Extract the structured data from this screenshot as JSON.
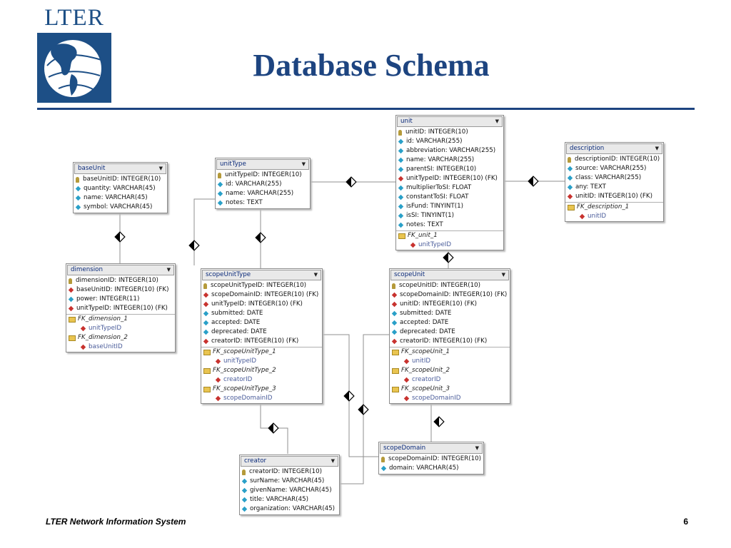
{
  "slide": {
    "logo_text": "LTER",
    "title": "Database Schema",
    "footer_left": "LTER Network Information System",
    "page_number": "6"
  },
  "colors": {
    "title_blue": "#1d4480",
    "logo_blue": "#1d4f86",
    "table_header_text": "#0a2a7a",
    "pk_icon": "#b59a3a",
    "column_icon": "#2aa0c8",
    "fk_column_icon": "#c8332f",
    "fk_folder_icon": "#e9c450"
  },
  "icons": {
    "pk": "key-icon",
    "column": "cyan-diamond-icon",
    "fk_column": "red-diamond-icon",
    "fk": "folder-icon",
    "relationship": "diamond-icon",
    "dropdown": "chevron-down-icon"
  },
  "tables": [
    {
      "name": "unit",
      "columns": [
        {
          "text": "unitID: INTEGER(10)",
          "kind": "pk"
        },
        {
          "text": "id: VARCHAR(255)",
          "kind": "col"
        },
        {
          "text": "abbreviation: VARCHAR(255)",
          "kind": "col"
        },
        {
          "text": "name: VARCHAR(255)",
          "kind": "col"
        },
        {
          "text": "parentSI: INTEGER(10)",
          "kind": "col"
        },
        {
          "text": "unitTypeID: INTEGER(10) (FK)",
          "kind": "fk"
        },
        {
          "text": "multiplierToSI: FLOAT",
          "kind": "col"
        },
        {
          "text": "constantToSI: FLOAT",
          "kind": "col"
        },
        {
          "text": "isFund: TINYINT(1)",
          "kind": "col"
        },
        {
          "text": "isSI: TINYINT(1)",
          "kind": "col"
        },
        {
          "text": "notes: TEXT",
          "kind": "col"
        }
      ],
      "keys": [
        {
          "name": "FK_unit_1",
          "cols": [
            "unitTypeID"
          ]
        }
      ]
    },
    {
      "name": "description",
      "columns": [
        {
          "text": "descriptionID: INTEGER(10)",
          "kind": "pk"
        },
        {
          "text": "source: VARCHAR(255)",
          "kind": "col"
        },
        {
          "text": "class: VARCHAR(255)",
          "kind": "col"
        },
        {
          "text": "any: TEXT",
          "kind": "col"
        },
        {
          "text": "unitID: INTEGER(10) (FK)",
          "kind": "fk"
        }
      ],
      "keys": [
        {
          "name": "FK_description_1",
          "cols": [
            "unitID"
          ]
        }
      ]
    },
    {
      "name": "baseUnit",
      "columns": [
        {
          "text": "baseUnitID: INTEGER(10)",
          "kind": "pk"
        },
        {
          "text": "quantity: VARCHAR(45)",
          "kind": "col"
        },
        {
          "text": "name: VARCHAR(45)",
          "kind": "col"
        },
        {
          "text": "symbol: VARCHAR(45)",
          "kind": "col"
        }
      ],
      "keys": []
    },
    {
      "name": "unitType",
      "columns": [
        {
          "text": "unitTypeID: INTEGER(10)",
          "kind": "pk"
        },
        {
          "text": "id: VARCHAR(255)",
          "kind": "col"
        },
        {
          "text": "name: VARCHAR(255)",
          "kind": "col"
        },
        {
          "text": "notes: TEXT",
          "kind": "col"
        }
      ],
      "keys": []
    },
    {
      "name": "dimension",
      "columns": [
        {
          "text": "dimensionID: INTEGER(10)",
          "kind": "pk"
        },
        {
          "text": "baseUnitID: INTEGER(10) (FK)",
          "kind": "fk"
        },
        {
          "text": "power: INTEGER(11)",
          "kind": "col"
        },
        {
          "text": "unitTypeID: INTEGER(10) (FK)",
          "kind": "fk"
        }
      ],
      "keys": [
        {
          "name": "FK_dimension_1",
          "cols": [
            "unitTypeID"
          ]
        },
        {
          "name": "FK_dimension_2",
          "cols": [
            "baseUnitID"
          ]
        }
      ]
    },
    {
      "name": "scopeUnitType",
      "columns": [
        {
          "text": "scopeUnitTypeID: INTEGER(10)",
          "kind": "pk"
        },
        {
          "text": "scopeDomainID: INTEGER(10) (FK)",
          "kind": "fk"
        },
        {
          "text": "unitTypeID: INTEGER(10) (FK)",
          "kind": "fk"
        },
        {
          "text": "submitted: DATE",
          "kind": "col"
        },
        {
          "text": "accepted: DATE",
          "kind": "col"
        },
        {
          "text": "deprecated: DATE",
          "kind": "col"
        },
        {
          "text": "creatorID: INTEGER(10) (FK)",
          "kind": "fk"
        }
      ],
      "keys": [
        {
          "name": "FK_scopeUnitType_1",
          "cols": [
            "unitTypeID"
          ]
        },
        {
          "name": "FK_scopeUnitType_2",
          "cols": [
            "creatorID"
          ]
        },
        {
          "name": "FK_scopeUnitType_3",
          "cols": [
            "scopeDomainID"
          ]
        }
      ]
    },
    {
      "name": "scopeUnit",
      "columns": [
        {
          "text": "scopeUnitID: INTEGER(10)",
          "kind": "pk"
        },
        {
          "text": "scopeDomainID: INTEGER(10) (FK)",
          "kind": "fk"
        },
        {
          "text": "unitID: INTEGER(10) (FK)",
          "kind": "fk"
        },
        {
          "text": "submitted: DATE",
          "kind": "col"
        },
        {
          "text": "accepted: DATE",
          "kind": "col"
        },
        {
          "text": "deprecated: DATE",
          "kind": "col"
        },
        {
          "text": "creatorID: INTEGER(10) (FK)",
          "kind": "fk"
        }
      ],
      "keys": [
        {
          "name": "FK_scopeUnit_1",
          "cols": [
            "unitID"
          ]
        },
        {
          "name": "FK_scopeUnit_2",
          "cols": [
            "creatorID"
          ]
        },
        {
          "name": "FK_scopeUnit_3",
          "cols": [
            "scopeDomainID"
          ]
        }
      ]
    },
    {
      "name": "scopeDomain",
      "columns": [
        {
          "text": "scopeDomainID: INTEGER(10)",
          "kind": "pk"
        },
        {
          "text": "domain: VARCHAR(45)",
          "kind": "col"
        }
      ],
      "keys": []
    },
    {
      "name": "creator",
      "columns": [
        {
          "text": "creatorID: INTEGER(10)",
          "kind": "pk"
        },
        {
          "text": "surName: VARCHAR(45)",
          "kind": "col"
        },
        {
          "text": "givenName: VARCHAR(45)",
          "kind": "col"
        },
        {
          "text": "title: VARCHAR(45)",
          "kind": "col"
        },
        {
          "text": "organization: VARCHAR(45)",
          "kind": "col"
        }
      ],
      "keys": []
    }
  ]
}
